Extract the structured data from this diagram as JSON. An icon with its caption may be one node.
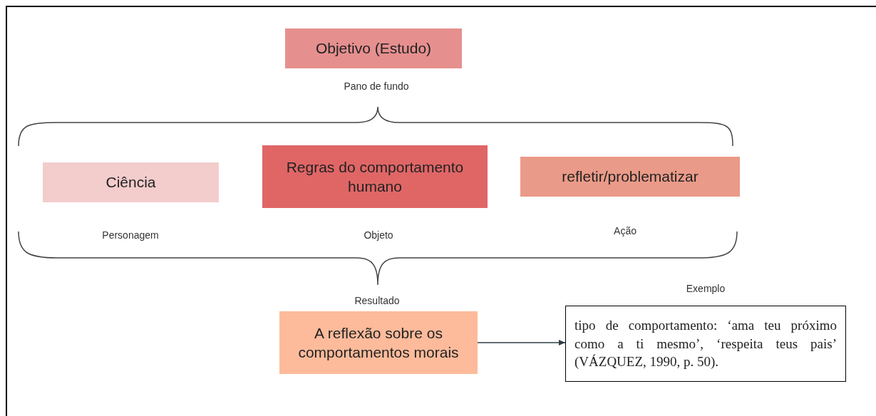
{
  "diagram": {
    "nodes": [
      {
        "text": [
          "Objetivo (Estudo)"
        ]
      },
      {
        "text": [
          "Ciência"
        ]
      },
      {
        "text": [
          "Regras do comportamento humano"
        ]
      },
      {
        "text": [
          "refletir/problematizar"
        ]
      },
      {
        "text": [
          "A reflexão sobre os comportamentos morais"
        ]
      },
      {
        "text": [
          "tipo de comportamento: ‘ama teu próximo como a ti mesmo’, ‘respeita teus pais’ (VÁZQUEZ, 1990, p. 50)."
        ],
        "beside": [
          "Exemplo"
        ]
      }
    ],
    "edges": [
      {
        "from": 4,
        "to": 5,
        "arrow": "to"
      }
    ],
    "labels": [
      "Pano de fundo",
      "Personagem",
      "Objeto",
      "Ação",
      "Resultado"
    ]
  }
}
